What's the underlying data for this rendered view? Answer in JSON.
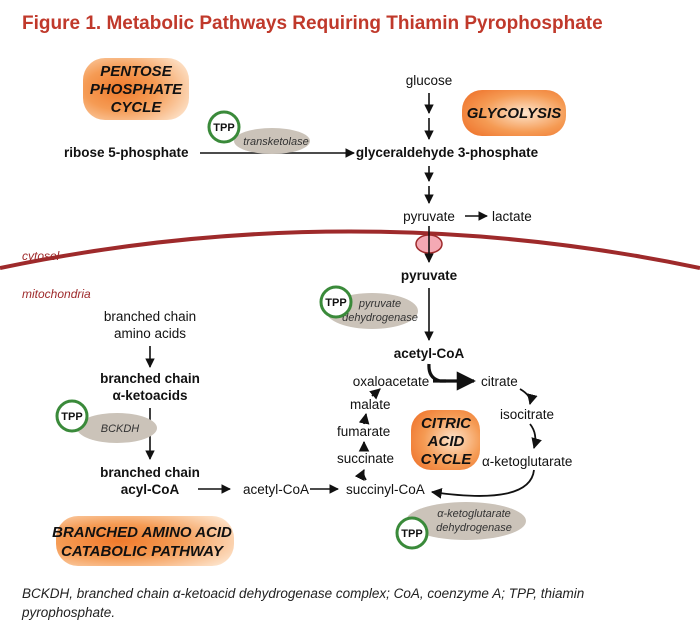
{
  "title": "Figure 1. Metabolic Pathways Requiring Thiamin Pyrophosphate",
  "pathways": {
    "pentose": [
      "PENTOSE",
      "PHOSPHATE",
      "CYCLE"
    ],
    "glycolysis": "GLYCOLYSIS",
    "citric": [
      "CITRIC",
      "ACID",
      "CYCLE"
    ],
    "branched": [
      "BRANCHED AMINO ACID",
      "CATABOLIC PATHWAY"
    ]
  },
  "regions": {
    "cytosol": "cytosol",
    "mitochondria": "mitochondria"
  },
  "metabolites": {
    "glucose": "glucose",
    "ribose": "ribose 5-phosphate",
    "g3p": "glyceraldehyde 3-phosphate",
    "pyruvate_cyto": "pyruvate",
    "lactate": "lactate",
    "pyruvate_mito": "pyruvate",
    "acetylcoa": "acetyl-CoA",
    "bcaa": [
      "branched chain",
      "amino acids"
    ],
    "bcka": [
      "branched chain",
      "α-ketoacids"
    ],
    "bcacyl": [
      "branched chain",
      "acyl-CoA"
    ],
    "acetylcoa2": "acetyl-CoA",
    "oxaloacetate": "oxaloacetate",
    "citrate": "citrate",
    "isocitrate": "isocitrate",
    "akg": "α-ketoglutarate",
    "succinylcoa": "succinyl-CoA",
    "succinate": "succinate",
    "fumarate": "fumarate",
    "malate": "malate"
  },
  "enzymes": {
    "transketolase": "transketolase",
    "pdh": [
      "pyruvate",
      "dehydrogenase"
    ],
    "bckdh": "BCKDH",
    "akgdh": [
      "α-ketoglutarate",
      "dehydrogenase"
    ]
  },
  "cofactor": "TPP",
  "caption": "BCKDH, branched chain α-ketoacid dehydrogenase complex; CoA, coenzyme A; TPP, thiamin pyrophosphate.",
  "colors": {
    "title": "#c0392b",
    "membrane": "#9e2a2b",
    "transporter": "#f4a9b4",
    "tpp_ring": "#3a8a3a",
    "enzyme_fill": "#cbc3b9",
    "blob_orange": "#e8672a"
  }
}
